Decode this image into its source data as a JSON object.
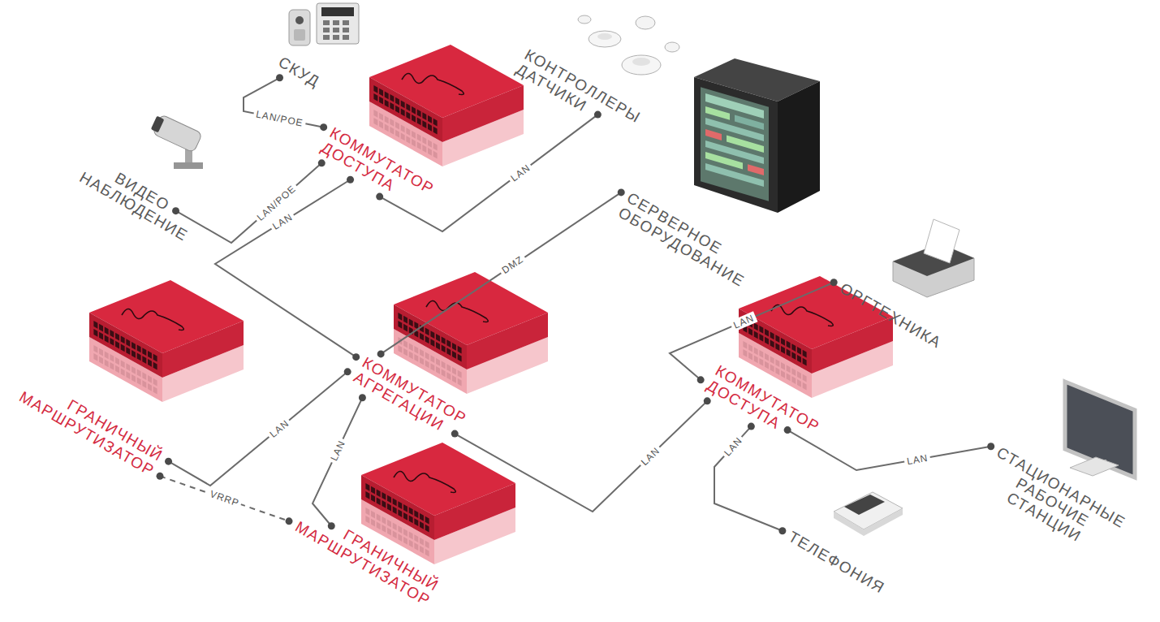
{
  "diagram": {
    "nodes": [
      {
        "text": [
          "СКУД"
        ]
      },
      {
        "text": [
          "КОММУТАТОР ДОСТУПА"
        ]
      },
      {
        "text": [
          "КОНТРОЛЛЕРЫ ДАТЧИКИ"
        ]
      },
      {
        "text": [
          "ВИДЕО НАБЛЮДЕНИЕ"
        ]
      },
      {
        "text": [
          "СЕРВЕРНОЕ ОБОРУДОВАНИЕ"
        ]
      },
      {
        "text": [
          "ОРГТЕХНИКА"
        ]
      },
      {
        "text": [
          "ГРАНИЧНЫЙ МАРШРУТИЗАТОР"
        ]
      },
      {
        "text": [
          "КОММУТАТОР АГРЕГАЦИИ"
        ]
      },
      {
        "text": [
          "КОММУТАТОР ДОСТУПА"
        ]
      },
      {
        "text": [
          "СТАЦИОНАРНЫЕ РАБОЧИЕ СТАНЦИИ"
        ]
      },
      {
        "text": [
          "ГРАНИЧНЫЙ МАРШРУТИЗАТОР"
        ]
      },
      {
        "text": [
          "ТЕЛЕФОНИЯ"
        ]
      }
    ],
    "edges": [
      {
        "from": 0,
        "to": 1,
        "label": "LAN/POE",
        "arrow": "none"
      },
      {
        "from": 3,
        "to": 1,
        "label": "LAN/POE",
        "arrow": "none"
      },
      {
        "from": 1,
        "to": 2,
        "label": "LAN",
        "arrow": "none"
      },
      {
        "from": 1,
        "to": 7,
        "label": "LAN",
        "arrow": "none"
      },
      {
        "from": 4,
        "to": 7,
        "label": "DMZ",
        "arrow": "none"
      },
      {
        "from": 6,
        "to": 7,
        "label": "LAN",
        "arrow": "none"
      },
      {
        "from": 6,
        "to": 10,
        "label": "VRRP",
        "arrow": "none"
      },
      {
        "from": 10,
        "to": 7,
        "label": "LAN",
        "arrow": "none"
      },
      {
        "from": 7,
        "to": 8,
        "label": "LAN",
        "arrow": "none"
      },
      {
        "from": 5,
        "to": 8,
        "label": "LAN",
        "arrow": "none"
      },
      {
        "from": 8,
        "to": 9,
        "label": "LAN",
        "arrow": "none"
      },
      {
        "from": 8,
        "to": 11,
        "label": "LAN",
        "arrow": "none"
      }
    ]
  }
}
